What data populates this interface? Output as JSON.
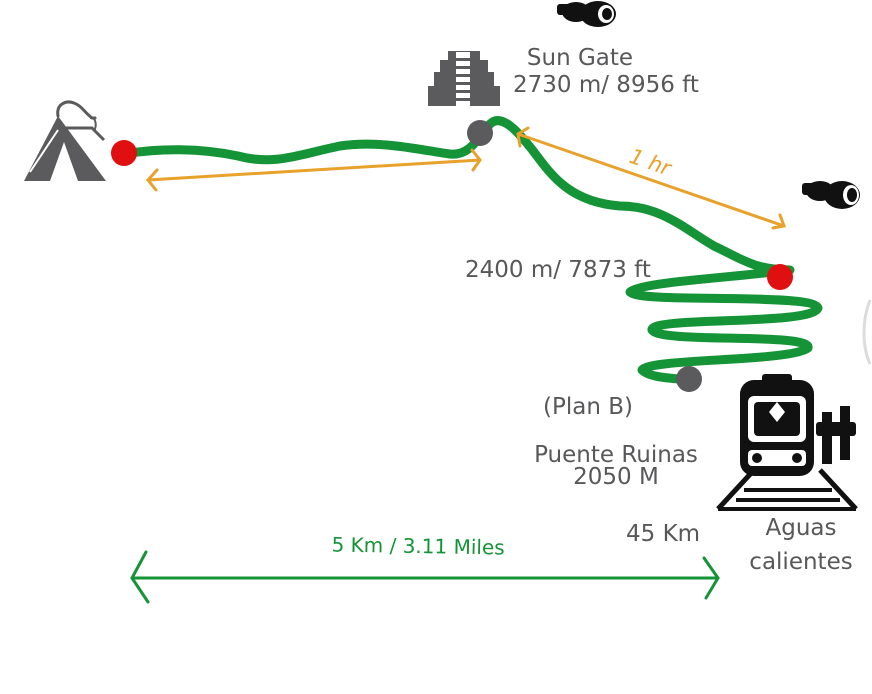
{
  "summit": {
    "name": "Sun Gate",
    "elevation": "2730 m/ 8956 ft"
  },
  "midpoint": {
    "elevation": "2400 m/ 7873 ft"
  },
  "descent_time": "1 hr",
  "plan_b": "(Plan B)",
  "bridge": {
    "name": "Puente Ruinas",
    "elevation": "2050 M"
  },
  "km_marker": "45 Km",
  "destination": {
    "line1": "Aguas",
    "line2": "calientes"
  },
  "distance": "5 Km / 3.11 Miles",
  "colors": {
    "trail": "#159337",
    "time_arrow": "#e8a12b",
    "distance_arrow": "#159337",
    "waypoint_red": "#e01010",
    "waypoint_grey": "#5b5b5d",
    "label_text": "#58585a",
    "icon_dark": "#111111",
    "icon_grey": "#5b5b5d"
  },
  "icons": [
    "camp-tent-icon",
    "temple-icon",
    "binoculars-icon",
    "train-icon"
  ]
}
